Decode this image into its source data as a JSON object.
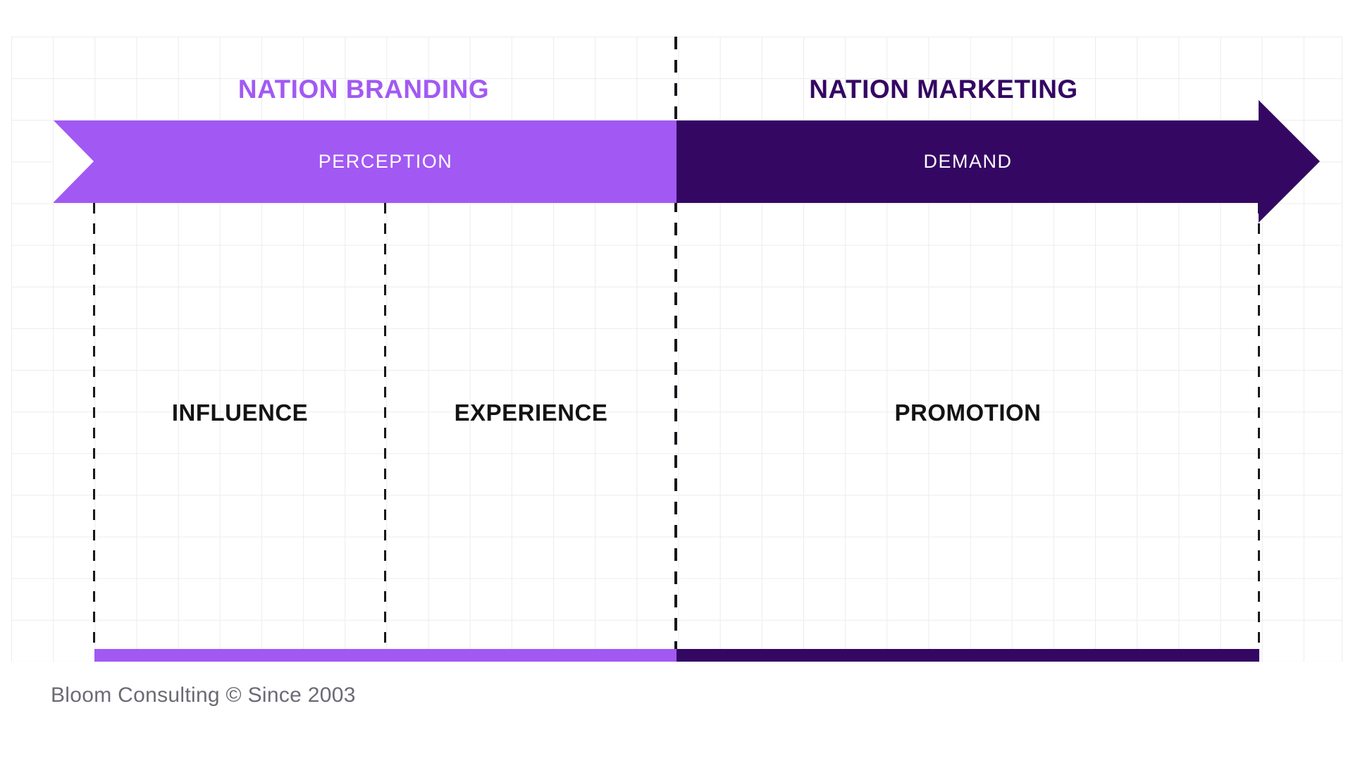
{
  "titles": {
    "left": "NATION BRANDING",
    "right": "NATION MARKETING"
  },
  "arrow": {
    "left_label": "PERCEPTION",
    "right_label": "DEMAND"
  },
  "sections": [
    {
      "label": "INFLUENCE"
    },
    {
      "label": "EXPERIENCE"
    },
    {
      "label": "PROMOTION"
    }
  ],
  "footer": {
    "credit": "Bloom Consulting © Since 2003"
  },
  "colors": {
    "bright_purple": "#A259F3",
    "dark_purple": "#340763",
    "dash_color": "#17171C",
    "grid_line": "#ECECEC",
    "label_color": "#131313",
    "footer_color": "#6B6A74",
    "arrow_text": "#FFFFFF"
  }
}
